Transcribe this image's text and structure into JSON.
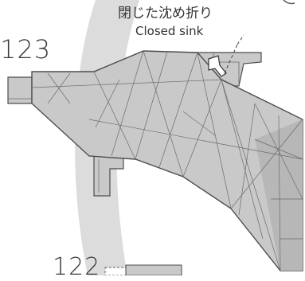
{
  "step_current": "123",
  "step_next": "122",
  "instruction": {
    "japanese": "閉じた沈め折り",
    "english": "Closed sink"
  },
  "colors": {
    "paper_fill": "#c9c9c9",
    "paper_shadow": "#a9a9a9",
    "crease": "#6b6b6b",
    "outline": "#4d4d4d",
    "background_swoosh": "#dcdcdc"
  }
}
